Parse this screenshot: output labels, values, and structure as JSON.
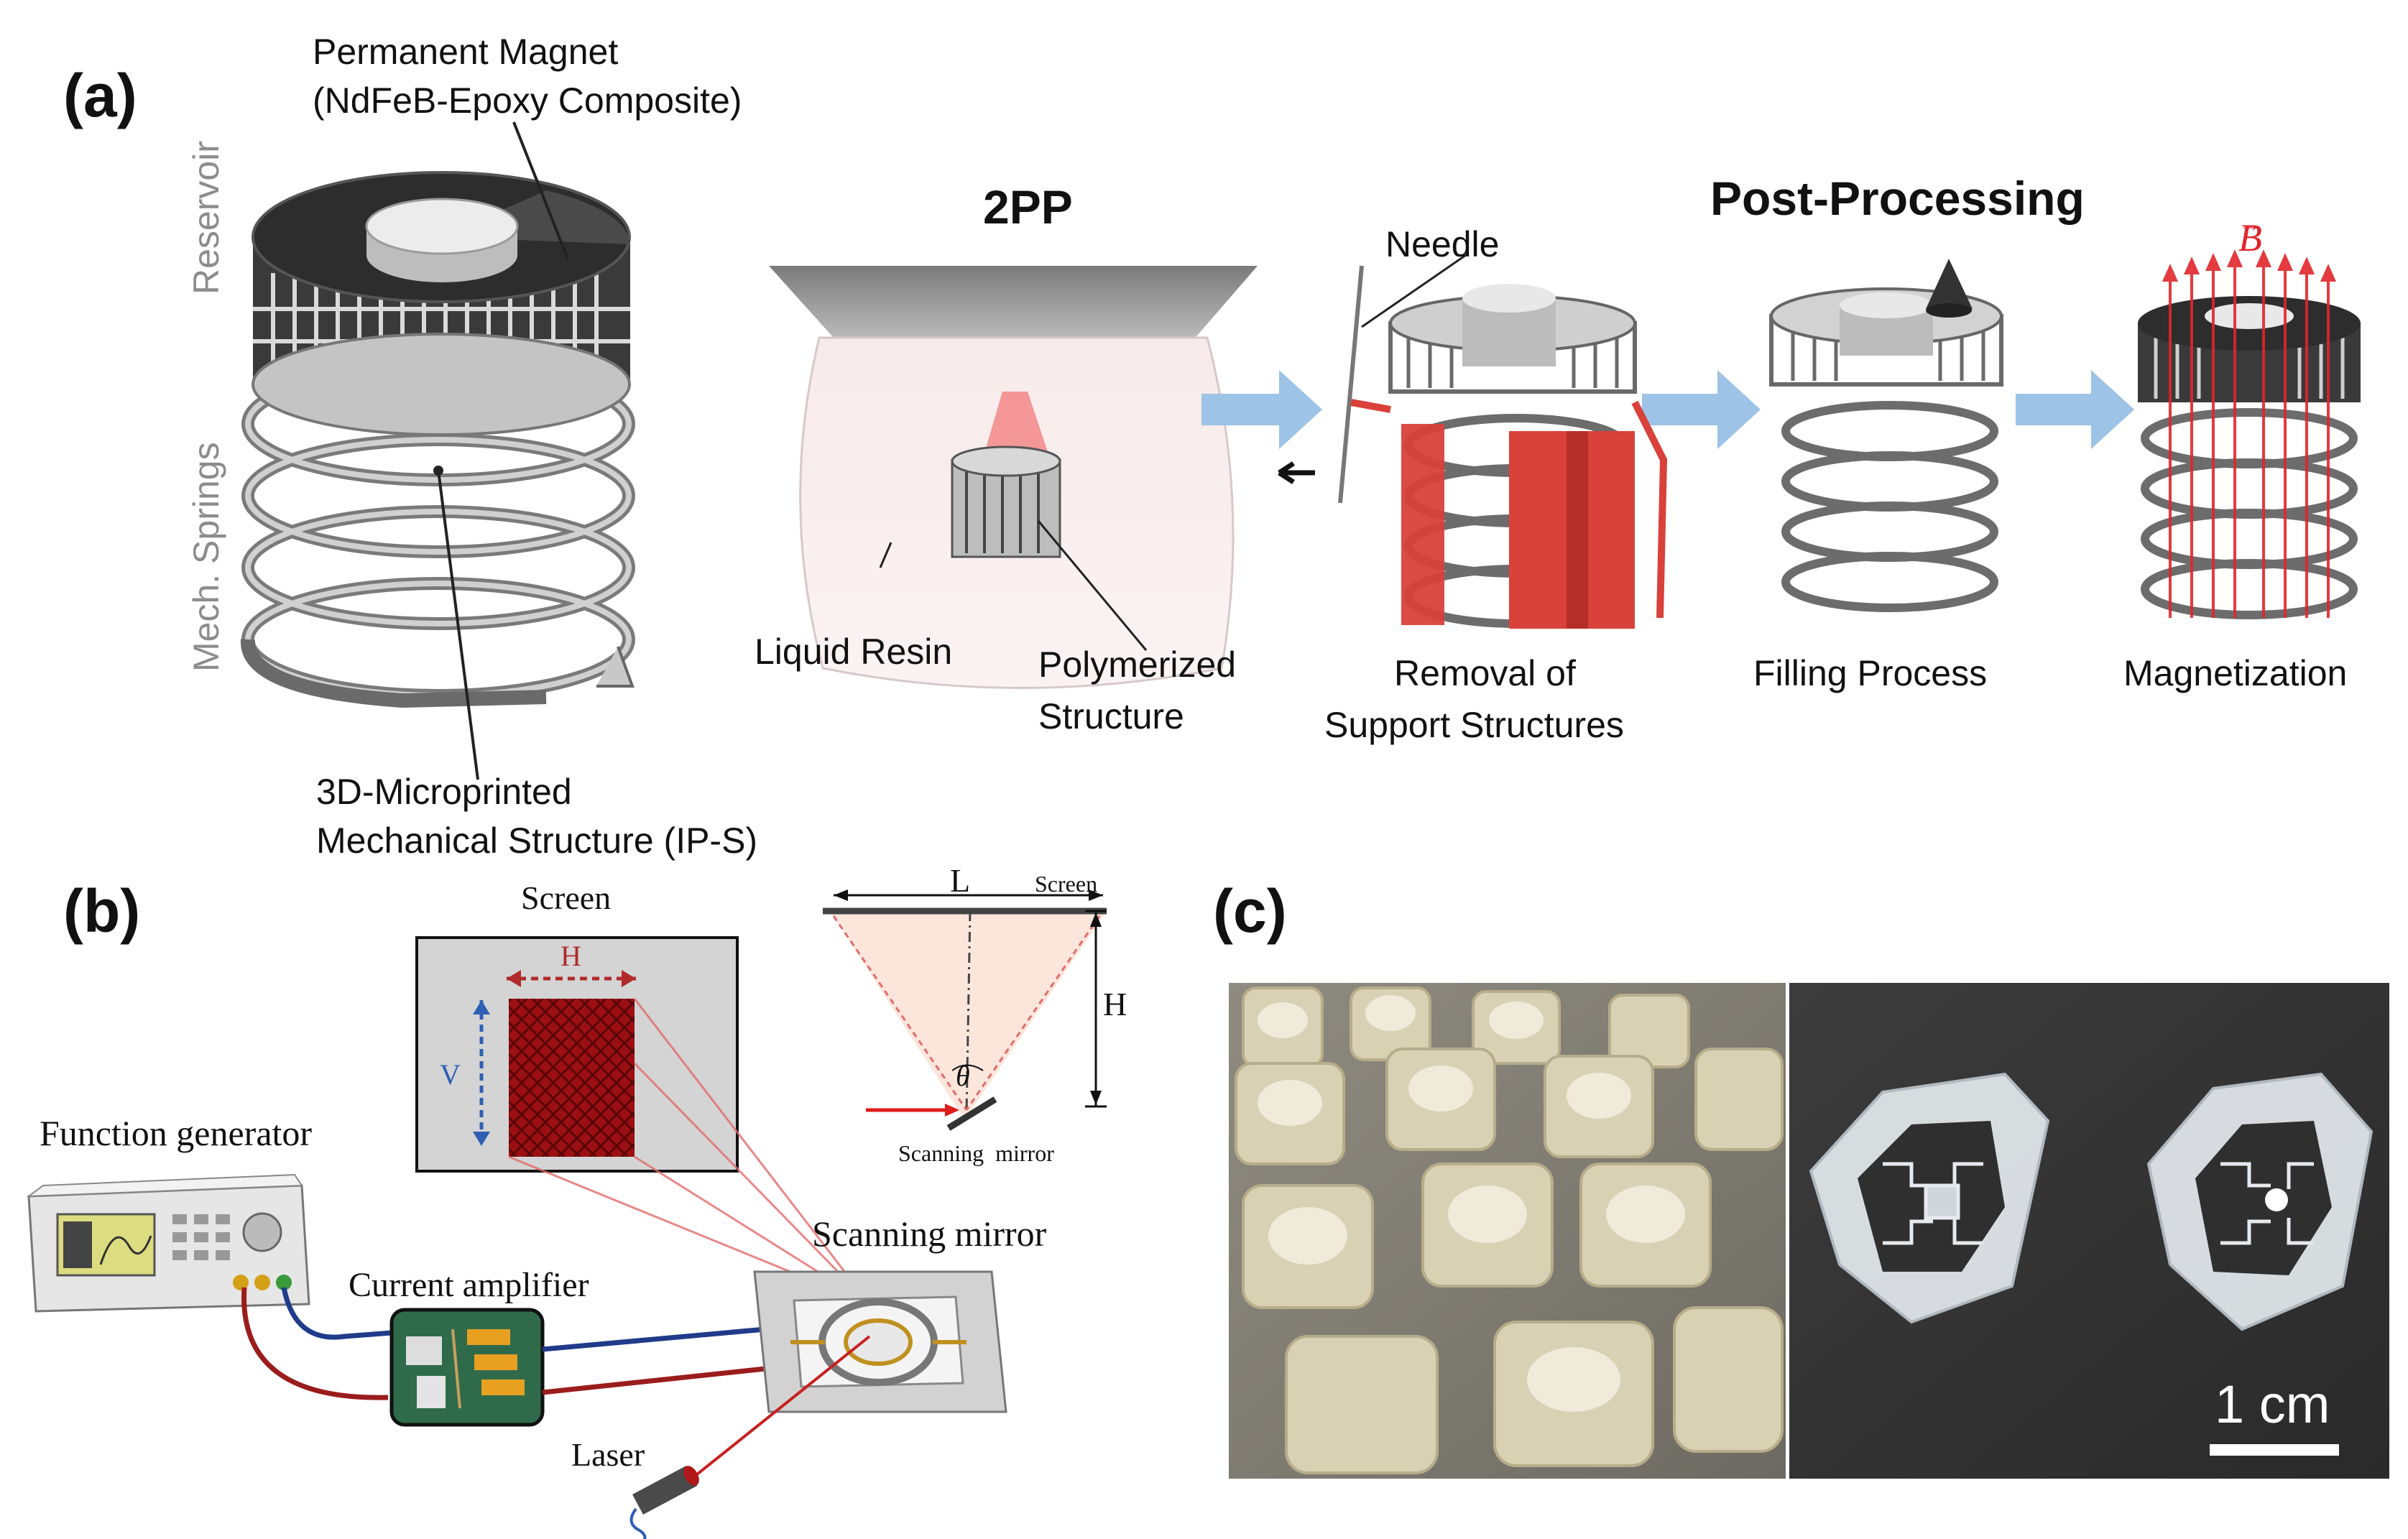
{
  "panel_a": {
    "letter": "(a)",
    "magnet_label_line1": "Permanent Magnet",
    "magnet_label_line2": "(NdFeB-Epoxy Composite)",
    "reservoir_label": "Reservoir",
    "springs_label": "Mech. Springs",
    "structure_label_line1": "3D-Microprinted",
    "structure_label_line2": "Mechanical Structure (IP-S)",
    "header_2pp": "2PP",
    "header_post": "Post-Processing",
    "needle_label": "Needle",
    "liquid_resin_label": "Liquid Resin",
    "polymerized_line1": "Polymerized",
    "polymerized_line2": "Structure",
    "removal_line1": "Removal of",
    "removal_line2": "Support Structures",
    "filling_label": "Filling Process",
    "magnetization_label": "Magnetization",
    "field_symbol": "B"
  },
  "panel_b": {
    "letter": "(b)",
    "screen_label": "Screen",
    "h_label": "H",
    "v_label": "V",
    "function_generator_label": "Function generator",
    "current_amplifier_label": "Current amplifier",
    "scanning_mirror_label": "Scanning mirror",
    "laser_label": "Laser",
    "inset_L": "L",
    "inset_screen": "Screen",
    "inset_H": "H",
    "inset_theta": "θ",
    "inset_mirror": "Scanning  mirror"
  },
  "panel_c": {
    "letter": "(c)",
    "scale_label": "1 cm"
  },
  "colors": {
    "arrow_blue": "#9dc3e6",
    "support_red": "#d9413b",
    "field_red": "#e0262b",
    "cable_blue": "#1f3b8a",
    "cable_red": "#9b1c1c"
  }
}
